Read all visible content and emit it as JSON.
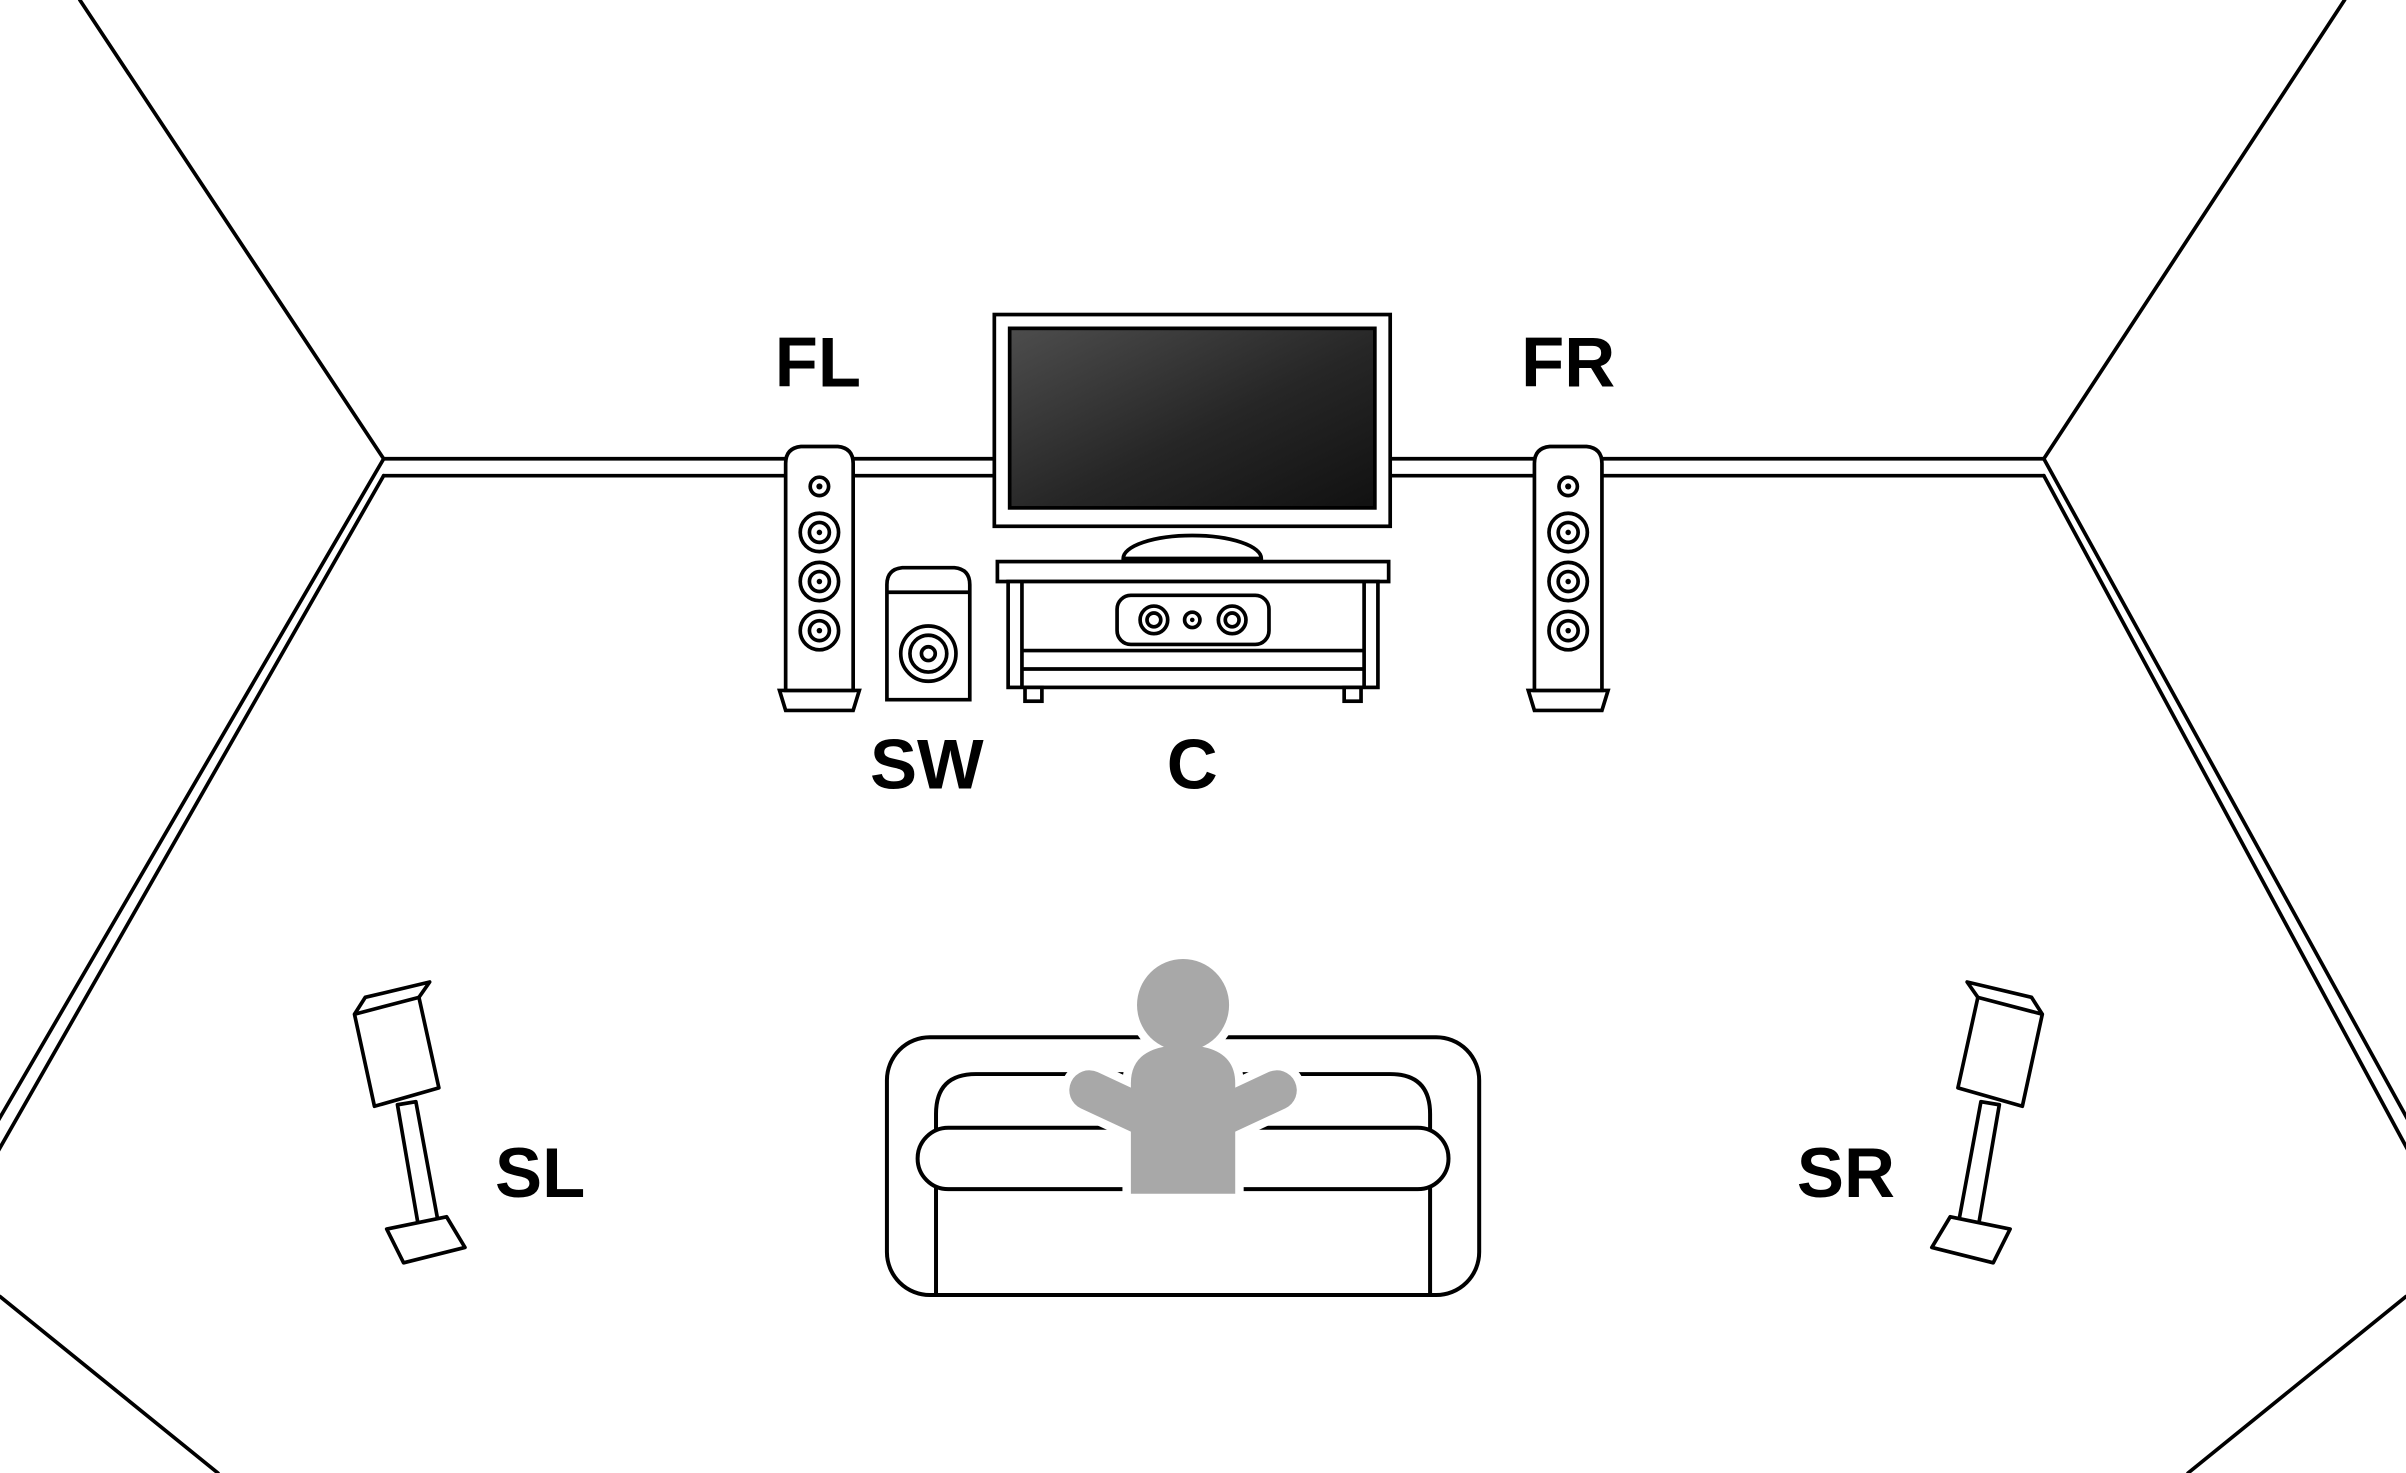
{
  "diagram": {
    "labels": {
      "front_left": "FL",
      "front_right": "FR",
      "center": "C",
      "subwoofer": "SW",
      "surround_left": "SL",
      "surround_right": "SR"
    },
    "colors": {
      "outline": "#000000",
      "background": "#ffffff",
      "listener": "#a8a8a8",
      "tv_screen_dark": "#1a1a1a",
      "tv_screen_light": "#4d4d4d"
    }
  }
}
